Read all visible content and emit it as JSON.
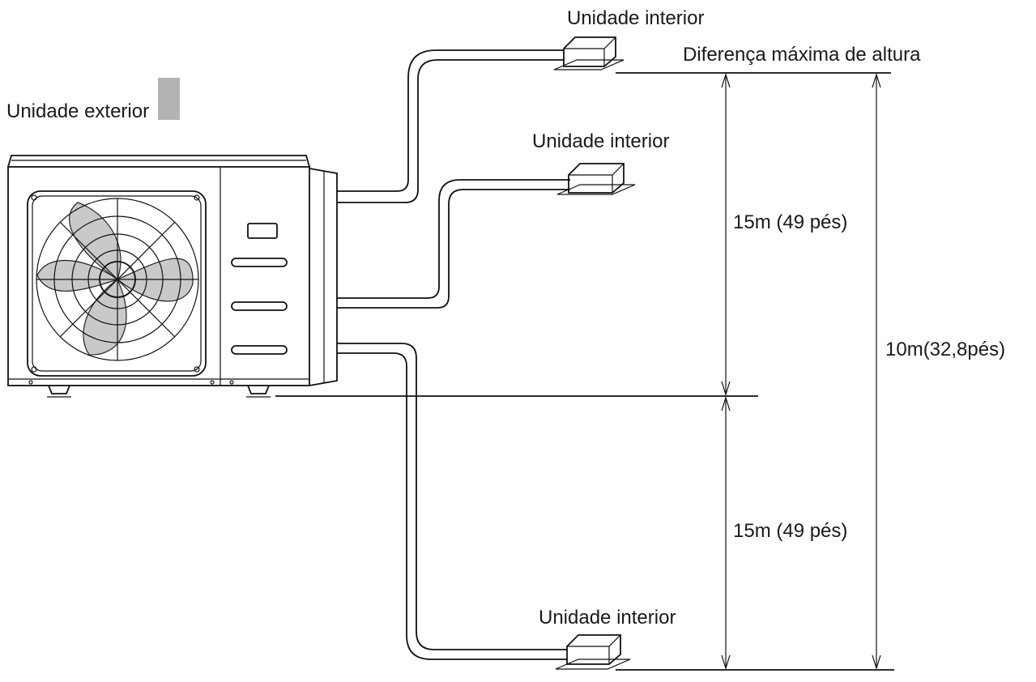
{
  "labels": {
    "outdoor_unit": "Unidade exterior",
    "indoor_unit_top": "Unidade interior",
    "indoor_unit_middle": "Unidade interior",
    "indoor_unit_bottom": "Unidade interior",
    "max_height_difference": "Diferença máxima de altura",
    "upper_dimension": "15m (49 pés)",
    "lower_dimension": "15m (49 pés)",
    "total_dimension": "10m(32,8pés)"
  },
  "colors": {
    "line": "#111111",
    "fan_blade_fill": "#c9c9c9",
    "marker": "#b3b3b3"
  }
}
